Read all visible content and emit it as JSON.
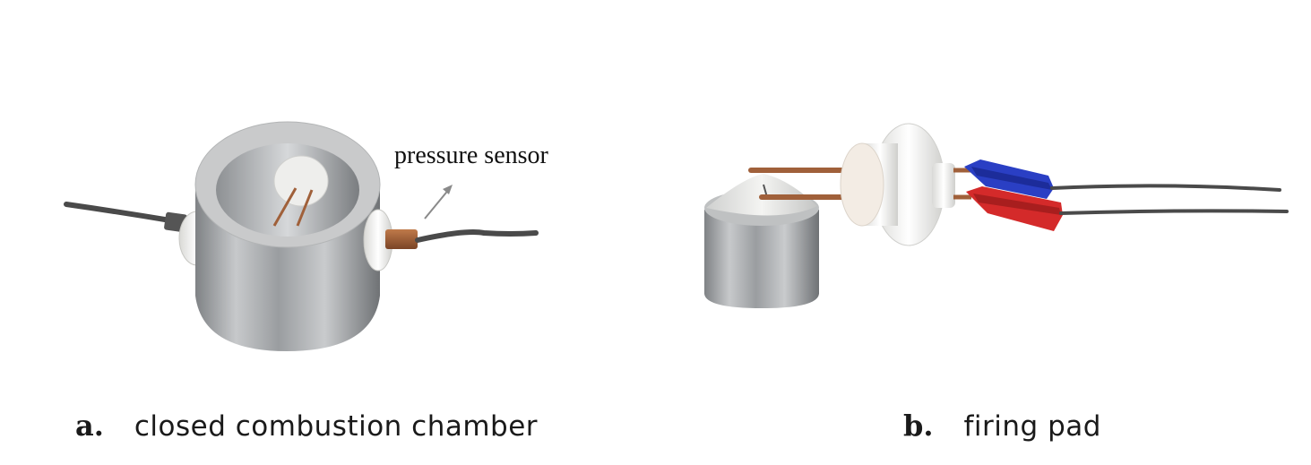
{
  "panel_a": {
    "letter": "a.",
    "caption": "closed combustion chamber",
    "annotation": "pressure sensor"
  },
  "panel_b": {
    "letter": "b.",
    "caption": "firing pad"
  },
  "colors": {
    "metal": "#a9acae",
    "ceramic": "#f2f2f0",
    "copper": "#a0603a",
    "cable": "#4a4a4a",
    "clip_blue": "#2a3fc4",
    "clip_red": "#d42a2a"
  }
}
